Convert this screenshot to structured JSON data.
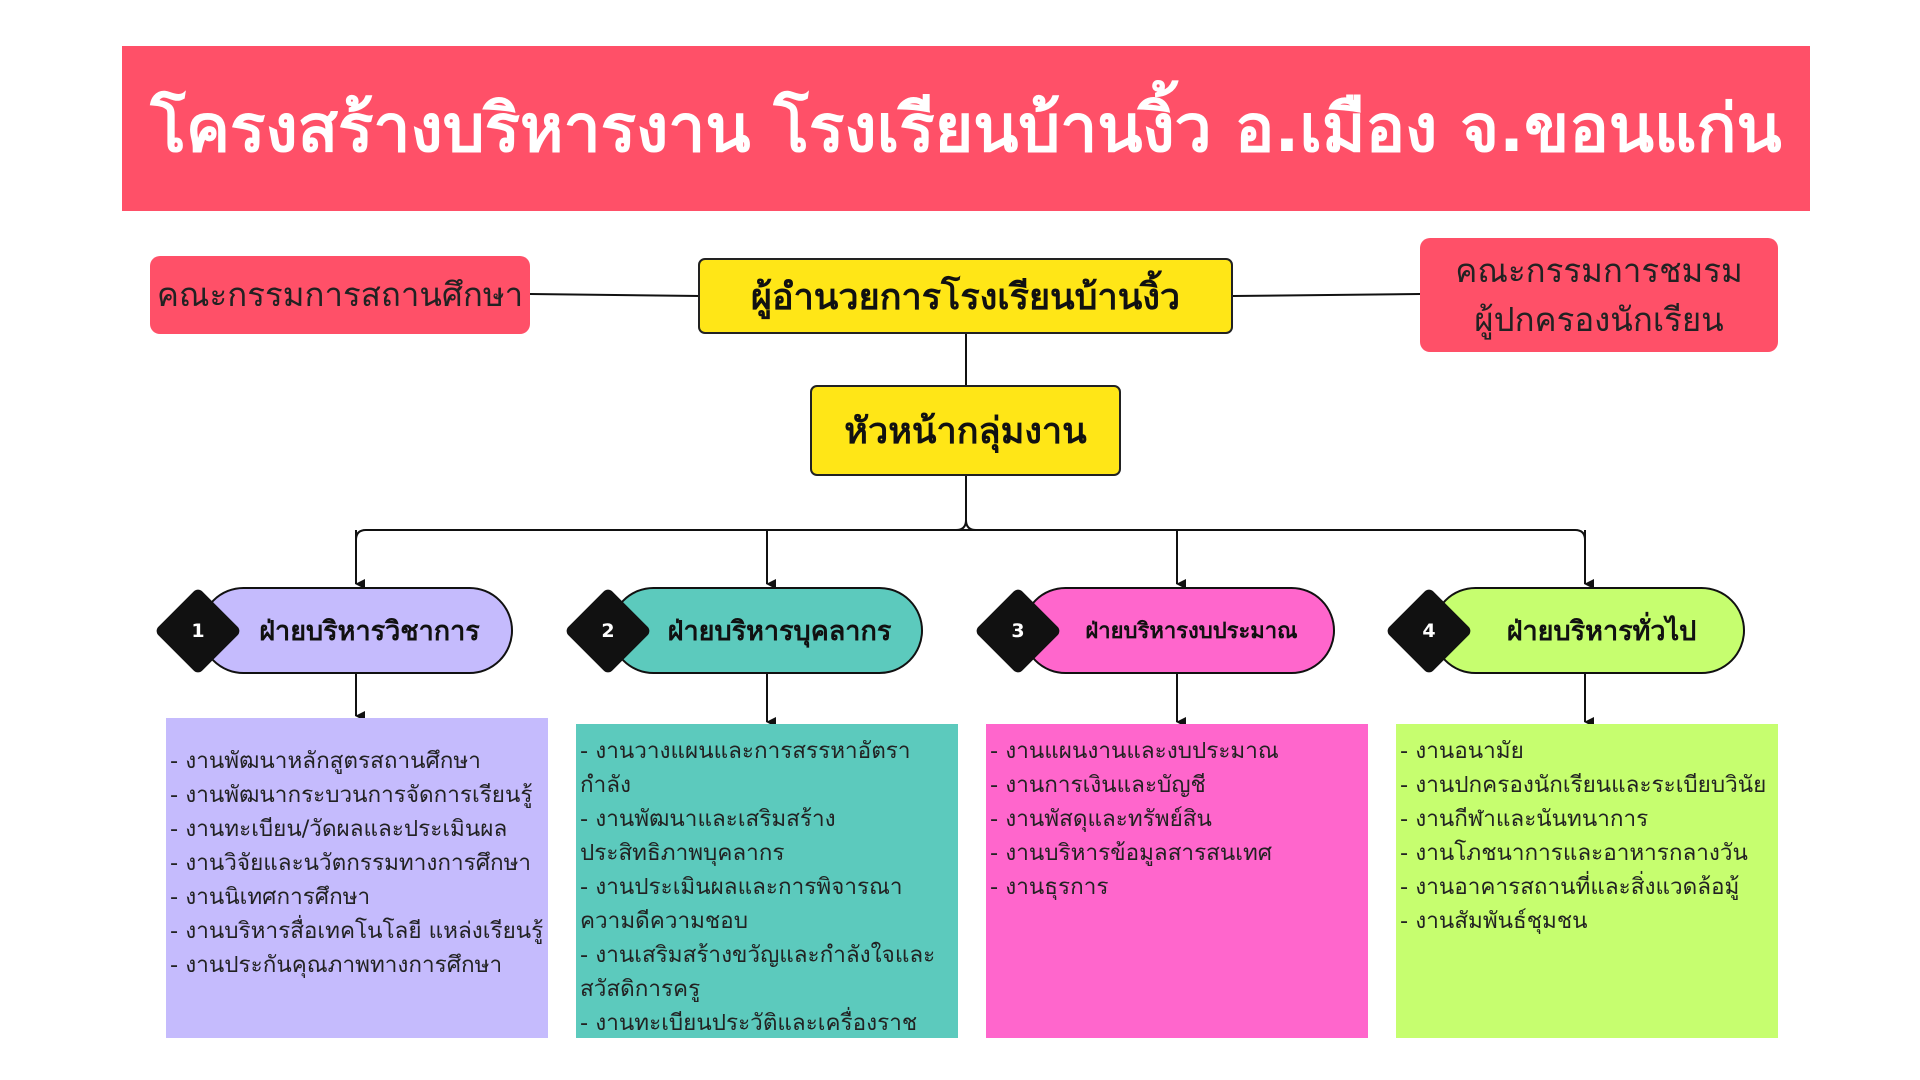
{
  "title": "โครงสร้างบริหารงาน โรงเรียนบ้านงิ้ว อ.เมือง จ.ขอนแก่น",
  "director": "ผู้อำนวยการโรงเรียนบ้านงิ้ว",
  "left_committee": "คณะกรรมการสถานศึกษา",
  "right_committee": {
    "line1": "คณะกรรมการชมรม",
    "line2": "ผู้ปกครองนักเรียน"
  },
  "group_head": "หัวหน้ากลุ่มงาน",
  "colors": {
    "title_bg": "#ff5068",
    "yellow": "#ffe617",
    "dept1": "#c5bbfd",
    "dept2": "#5ccabd",
    "dept3": "#ff66cc",
    "dept4": "#c6fe6f"
  },
  "departments": [
    {
      "number": "1",
      "name": "ฝ่ายบริหารวิชาการ",
      "tasks": [
        "- งานพัฒนาหลักสูตรสถานศึกษา",
        "- งานพัฒนากระบวนการจัดการเรียนรู้",
        "- งานทะเบียน/วัดผลและประเมินผล",
        "- งานวิจัยและนวัตกรรมทางการศึกษา",
        "- งานนิเทศการศึกษา",
        "- งานบริหารสื่อเทคโนโลยี แหล่งเรียนรู้",
        "- งานประกันคุณภาพทางการศึกษา"
      ]
    },
    {
      "number": "2",
      "name": "ฝ่ายบริหารบุคลากร",
      "tasks": [
        "- งานวางแผนและการสรรหาอัตรากำลัง",
        "- งานพัฒนาและเสริมสร้างประสิทธิภาพบุคลากร",
        "- งานประเมินผลและการพิจารณาความดีความชอบ",
        "- งานเสริมสร้างขวัญและกำลังใจและสวัสดิการครู",
        "- งานทะเบียนประวัติและเครื่องราชอิสริยาภรณ์"
      ]
    },
    {
      "number": "3",
      "name": "ฝ่ายบริหารงบประมาณ",
      "tasks": [
        "- งานแผนงานและงบประมาณ",
        "- งานการเงินและบัญชี",
        "- งานพัสดุและทรัพย์สิน",
        "- งานบริหารข้อมูลสารสนเทศ",
        "- งานธุรการ"
      ]
    },
    {
      "number": "4",
      "name": "ฝ่ายบริหารทั่วไป",
      "tasks": [
        "- งานอนามัย",
        "- งานปกครองนักเรียนและระเบียบวินัย",
        "- งานกีฬาและนันทนาการ",
        "- งานโภชนาการและอาหารกลางวัน",
        "- งานอาคารสถานที่และสิ่งแวดล้อมู้",
        "- งานสัมพันธ์ชุมชน"
      ]
    }
  ]
}
